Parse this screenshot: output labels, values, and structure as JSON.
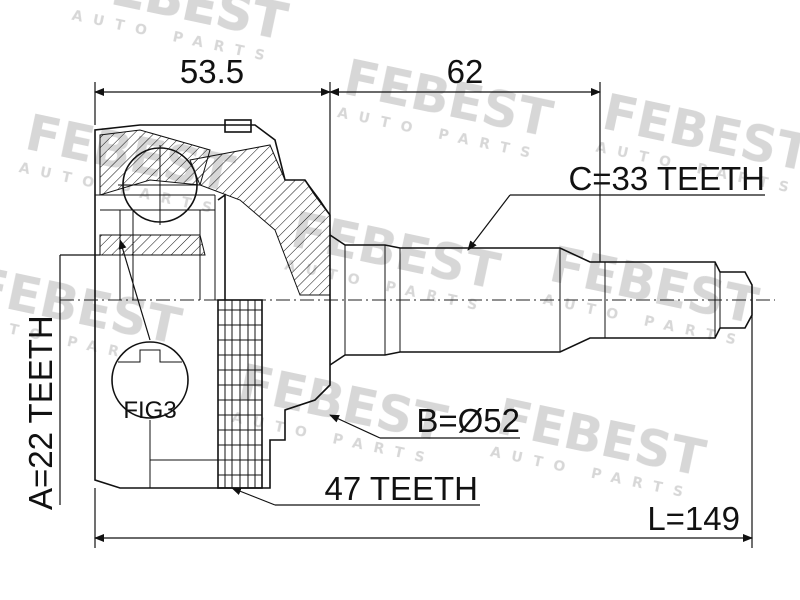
{
  "watermark": {
    "brand": "FEBEST",
    "sub": "AUTO PARTS"
  },
  "dimensions": {
    "length_left": "53.5",
    "length_right": "62",
    "total_length": "L=149"
  },
  "callouts": {
    "spline_c": "C=33 TEETH",
    "diameter_b": "B=Ø52",
    "abs_ring": "47 TEETH",
    "spline_a": "A=22 TEETH",
    "figure_ref": "FIG3"
  }
}
